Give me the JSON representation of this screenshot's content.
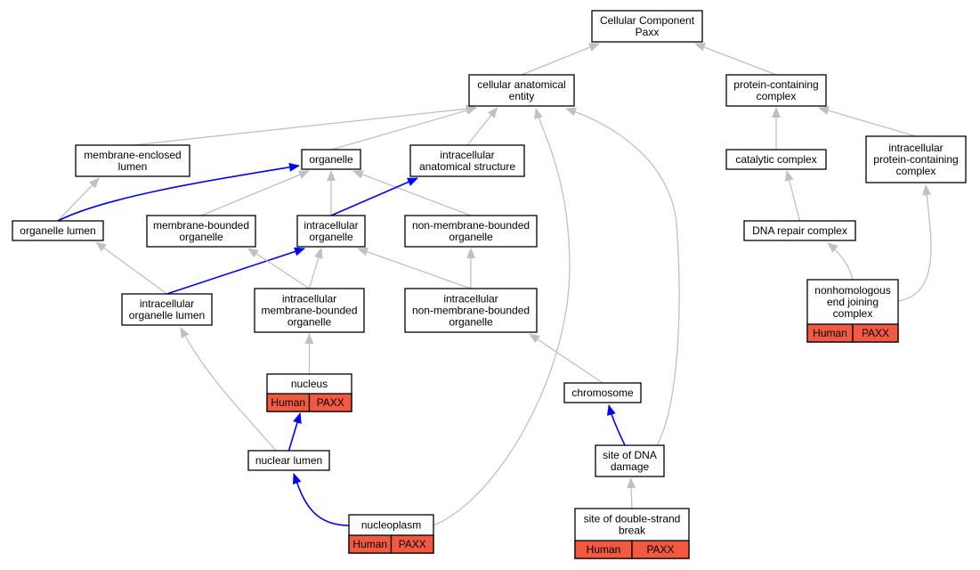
{
  "colors": {
    "is_a_edge": "#c0c0c0",
    "part_of_edge": "#0000ff",
    "annotation_fill": "#f15a40"
  },
  "nodes": {
    "cellular_component": {
      "lines": [
        "Cellular Component",
        "Paxx"
      ]
    },
    "cellular_anatomical_entity": {
      "lines": [
        "cellular anatomical",
        "entity"
      ]
    },
    "protein_containing_complex": {
      "lines": [
        "protein-containing",
        "complex"
      ]
    },
    "membrane_enclosed_lumen": {
      "lines": [
        "membrane-enclosed",
        "lumen"
      ]
    },
    "organelle": {
      "lines": [
        "organelle"
      ]
    },
    "intracellular_anatomical_structure": {
      "lines": [
        "intracellular",
        "anatomical structure"
      ]
    },
    "catalytic_complex": {
      "lines": [
        "catalytic complex"
      ]
    },
    "intracellular_protein_containing_complex": {
      "lines": [
        "intracellular",
        "protein-containing",
        "complex"
      ]
    },
    "organelle_lumen": {
      "lines": [
        "organelle lumen"
      ]
    },
    "membrane_bounded_organelle": {
      "lines": [
        "membrane-bounded",
        "organelle"
      ]
    },
    "intracellular_organelle": {
      "lines": [
        "intracellular",
        "organelle"
      ]
    },
    "non_membrane_bounded_organelle": {
      "lines": [
        "non-membrane-bounded",
        "organelle"
      ]
    },
    "dna_repair_complex": {
      "lines": [
        "DNA repair complex"
      ]
    },
    "intracellular_organelle_lumen": {
      "lines": [
        "intracellular",
        "organelle lumen"
      ]
    },
    "intracellular_membrane_bounded_organelle": {
      "lines": [
        "intracellular",
        "membrane-bounded",
        "organelle"
      ]
    },
    "intracellular_non_membrane_bounded_organelle": {
      "lines": [
        "intracellular",
        "non-membrane-bounded",
        "organelle"
      ]
    },
    "nonhomologous_end_joining_complex": {
      "lines": [
        "nonhomologous",
        "end joining",
        "complex"
      ],
      "annotation": [
        "Human",
        "PAXX"
      ]
    },
    "nucleus": {
      "lines": [
        "nucleus"
      ],
      "annotation": [
        "Human",
        "PAXX"
      ]
    },
    "chromosome": {
      "lines": [
        "chromosome"
      ]
    },
    "nuclear_lumen": {
      "lines": [
        "nuclear lumen"
      ]
    },
    "site_of_dna_damage": {
      "lines": [
        "site of DNA",
        "damage"
      ]
    },
    "nucleoplasm": {
      "lines": [
        "nucleoplasm"
      ],
      "annotation": [
        "Human",
        "PAXX"
      ]
    },
    "site_of_double_strand_break": {
      "lines": [
        "site of double-strand",
        "break"
      ],
      "annotation": [
        "Human",
        "PAXX"
      ]
    }
  },
  "edges": [
    {
      "from": "cellular_anatomical_entity",
      "to": "cellular_component",
      "type": "is_a"
    },
    {
      "from": "protein_containing_complex",
      "to": "cellular_component",
      "type": "is_a"
    },
    {
      "from": "membrane_enclosed_lumen",
      "to": "cellular_anatomical_entity",
      "type": "is_a"
    },
    {
      "from": "organelle",
      "to": "cellular_anatomical_entity",
      "type": "is_a"
    },
    {
      "from": "intracellular_anatomical_structure",
      "to": "cellular_anatomical_entity",
      "type": "is_a"
    },
    {
      "from": "nucleoplasm",
      "to": "cellular_anatomical_entity",
      "type": "is_a"
    },
    {
      "from": "site_of_dna_damage",
      "to": "cellular_anatomical_entity",
      "type": "is_a"
    },
    {
      "from": "catalytic_complex",
      "to": "protein_containing_complex",
      "type": "is_a"
    },
    {
      "from": "intracellular_protein_containing_complex",
      "to": "protein_containing_complex",
      "type": "is_a"
    },
    {
      "from": "organelle_lumen",
      "to": "membrane_enclosed_lumen",
      "type": "is_a"
    },
    {
      "from": "organelle_lumen",
      "to": "organelle",
      "type": "part_of"
    },
    {
      "from": "membrane_bounded_organelle",
      "to": "organelle",
      "type": "is_a"
    },
    {
      "from": "intracellular_organelle",
      "to": "organelle",
      "type": "is_a"
    },
    {
      "from": "non_membrane_bounded_organelle",
      "to": "organelle",
      "type": "is_a"
    },
    {
      "from": "intracellular_organelle",
      "to": "intracellular_anatomical_structure",
      "type": "part_of"
    },
    {
      "from": "dna_repair_complex",
      "to": "catalytic_complex",
      "type": "is_a"
    },
    {
      "from": "intracellular_organelle_lumen",
      "to": "organelle_lumen",
      "type": "is_a"
    },
    {
      "from": "intracellular_organelle_lumen",
      "to": "intracellular_organelle",
      "type": "part_of"
    },
    {
      "from": "intracellular_membrane_bounded_organelle",
      "to": "membrane_bounded_organelle",
      "type": "is_a"
    },
    {
      "from": "intracellular_membrane_bounded_organelle",
      "to": "intracellular_organelle",
      "type": "is_a"
    },
    {
      "from": "intracellular_non_membrane_bounded_organelle",
      "to": "intracellular_organelle",
      "type": "is_a"
    },
    {
      "from": "intracellular_non_membrane_bounded_organelle",
      "to": "non_membrane_bounded_organelle",
      "type": "is_a"
    },
    {
      "from": "nonhomologous_end_joining_complex",
      "to": "dna_repair_complex",
      "type": "is_a"
    },
    {
      "from": "nonhomologous_end_joining_complex",
      "to": "intracellular_protein_containing_complex",
      "type": "is_a"
    },
    {
      "from": "nucleus",
      "to": "intracellular_membrane_bounded_organelle",
      "type": "is_a"
    },
    {
      "from": "chromosome",
      "to": "intracellular_non_membrane_bounded_organelle",
      "type": "is_a"
    },
    {
      "from": "nuclear_lumen",
      "to": "intracellular_organelle_lumen",
      "type": "is_a"
    },
    {
      "from": "nuclear_lumen",
      "to": "nucleus",
      "type": "part_of"
    },
    {
      "from": "site_of_dna_damage",
      "to": "chromosome",
      "type": "part_of"
    },
    {
      "from": "nucleoplasm",
      "to": "nuclear_lumen",
      "type": "part_of"
    },
    {
      "from": "site_of_double_strand_break",
      "to": "site_of_dna_damage",
      "type": "is_a"
    }
  ]
}
